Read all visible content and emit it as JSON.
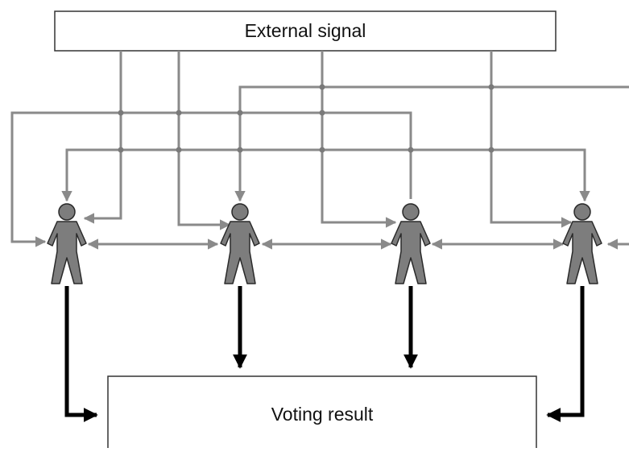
{
  "boxes": {
    "top": {
      "label": "External signal"
    },
    "bottom": {
      "label": "Voting result"
    }
  },
  "agents": [
    {
      "id": "voter-1"
    },
    {
      "id": "voter-2"
    },
    {
      "id": "voter-3"
    },
    {
      "id": "voter-4"
    }
  ],
  "colors": {
    "gray_line": "#8a8a8a",
    "figure_fill": "#7d7d7d",
    "figure_stroke": "#2a2a2a",
    "black_line": "#000000",
    "box_stroke": "#333333"
  }
}
